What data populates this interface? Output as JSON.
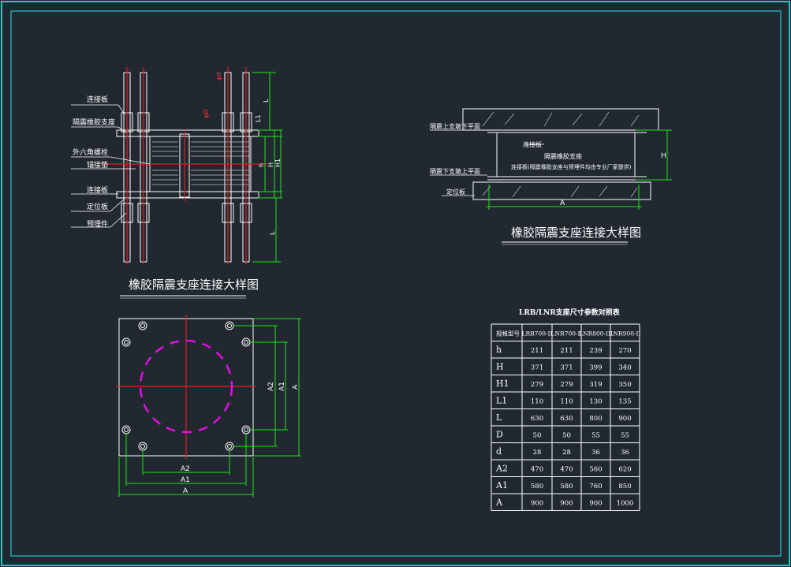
{
  "drawing": {
    "title_left": "橡胶隔震支座连接大样图",
    "title_right": "橡胶隔震支座连接大样图",
    "labels_left": [
      "连接板",
      "隔震橡胶支座",
      "外六角螺栓",
      "锚接垫",
      "连接板",
      "定位板",
      "预埋件"
    ],
    "labels_right": [
      "隔震上支墩下平面",
      "连接板",
      "隔震橡胶支座",
      "连接板(隔震橡胶支座与预埋件均由专业厂家提供)",
      "隔震下支墩上平面",
      "定位板"
    ],
    "dims_side": [
      "φd",
      "φD",
      "L",
      "L1",
      "h",
      "H",
      "H1",
      "L"
    ],
    "dim_right_H": "H",
    "dim_right_A": "A",
    "dims_plan": [
      "A2",
      "A1",
      "A",
      "A2",
      "A1",
      "A"
    ]
  },
  "table": {
    "title": "LRB/LNR支座尺寸参数对照表",
    "headers": [
      "规格型号",
      "LRB700-II",
      "LNR700-II",
      "LNR800-III",
      "LNR900-II"
    ],
    "rows": [
      [
        "h",
        "211",
        "211",
        "239",
        "270"
      ],
      [
        "H",
        "371",
        "371",
        "399",
        "340"
      ],
      [
        "H1",
        "279",
        "279",
        "319",
        "350"
      ],
      [
        "L1",
        "110",
        "110",
        "130",
        "135"
      ],
      [
        "L",
        "630",
        "630",
        "800",
        "900"
      ],
      [
        "D",
        "50",
        "50",
        "55",
        "55"
      ],
      [
        "d",
        "28",
        "28",
        "36",
        "36"
      ],
      [
        "A2",
        "470",
        "470",
        "560",
        "620"
      ],
      [
        "A1",
        "580",
        "580",
        "760",
        "850"
      ],
      [
        "A",
        "900",
        "900",
        "900",
        "1000"
      ]
    ]
  },
  "colors": {
    "background": "#212830",
    "frame": "#1ec8c8",
    "line": "#ffffff",
    "dimension": "#19e619",
    "center": "#e02020",
    "rebar": "#e010e0",
    "hatch": "#c0c0c0"
  }
}
